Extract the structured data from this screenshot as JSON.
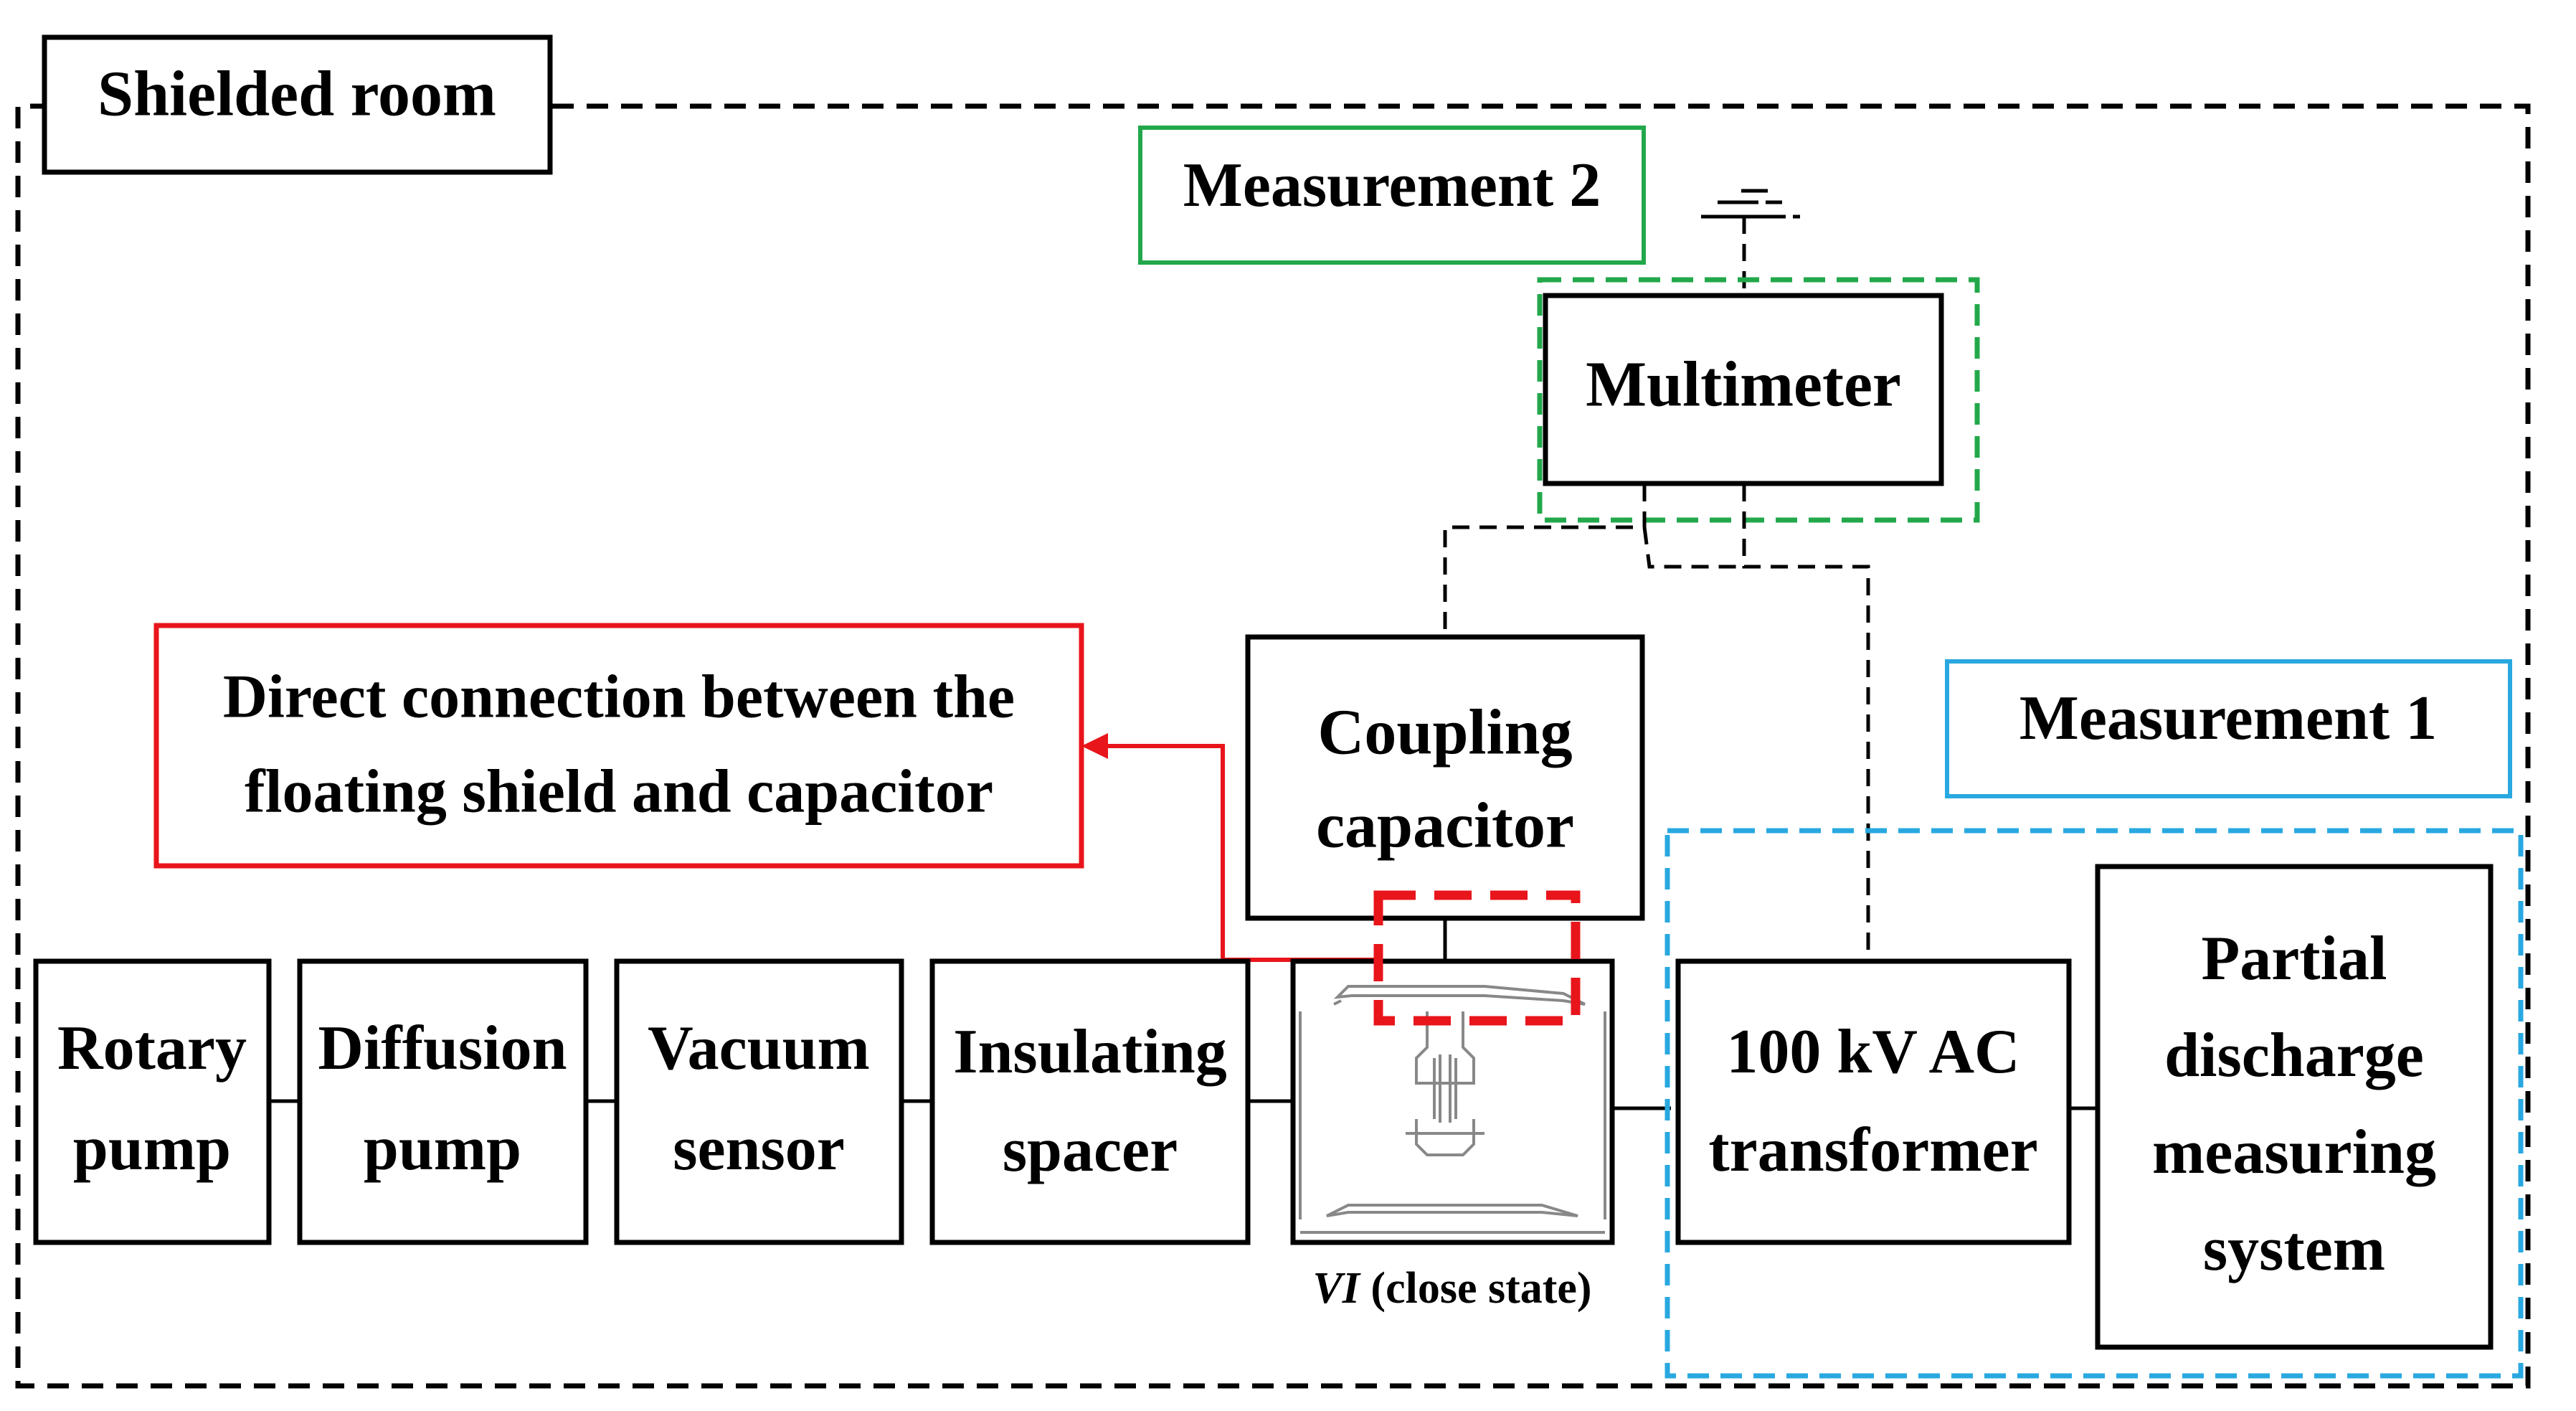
{
  "shielded_room": {
    "label": "Shielded room"
  },
  "measurement2": {
    "label": "Measurement 2",
    "color": "#22a84a"
  },
  "measurement1": {
    "label": "Measurement 1",
    "color": "#29a8e0"
  },
  "multimeter": {
    "label": "Multimeter"
  },
  "coupling_capacitor": {
    "line1": "Coupling",
    "line2": "capacitor"
  },
  "direct_connection": {
    "line1": "Direct connection between the",
    "line2": "floating shield and capacitor",
    "color": "#e8151b"
  },
  "chain": {
    "rotary_pump": {
      "line1": "Rotary",
      "line2": "pump"
    },
    "diffusion_pump": {
      "line1": "Diffusion",
      "line2": "pump"
    },
    "vacuum_sensor": {
      "line1": "Vacuum",
      "line2": "sensor"
    },
    "insulating_spacer": {
      "line1": "Insulating",
      "line2": "spacer"
    },
    "transformer": {
      "line1": "100 kV AC",
      "line2": "transformer"
    },
    "pd_system": {
      "line1": "Partial",
      "line2": "discharge",
      "line3": "measuring",
      "line4": "system"
    }
  },
  "vi": {
    "label_italic": "VI",
    "label_rest": " (close state)"
  },
  "colors": {
    "line": "#000000",
    "vi_drawing": "#888888"
  }
}
